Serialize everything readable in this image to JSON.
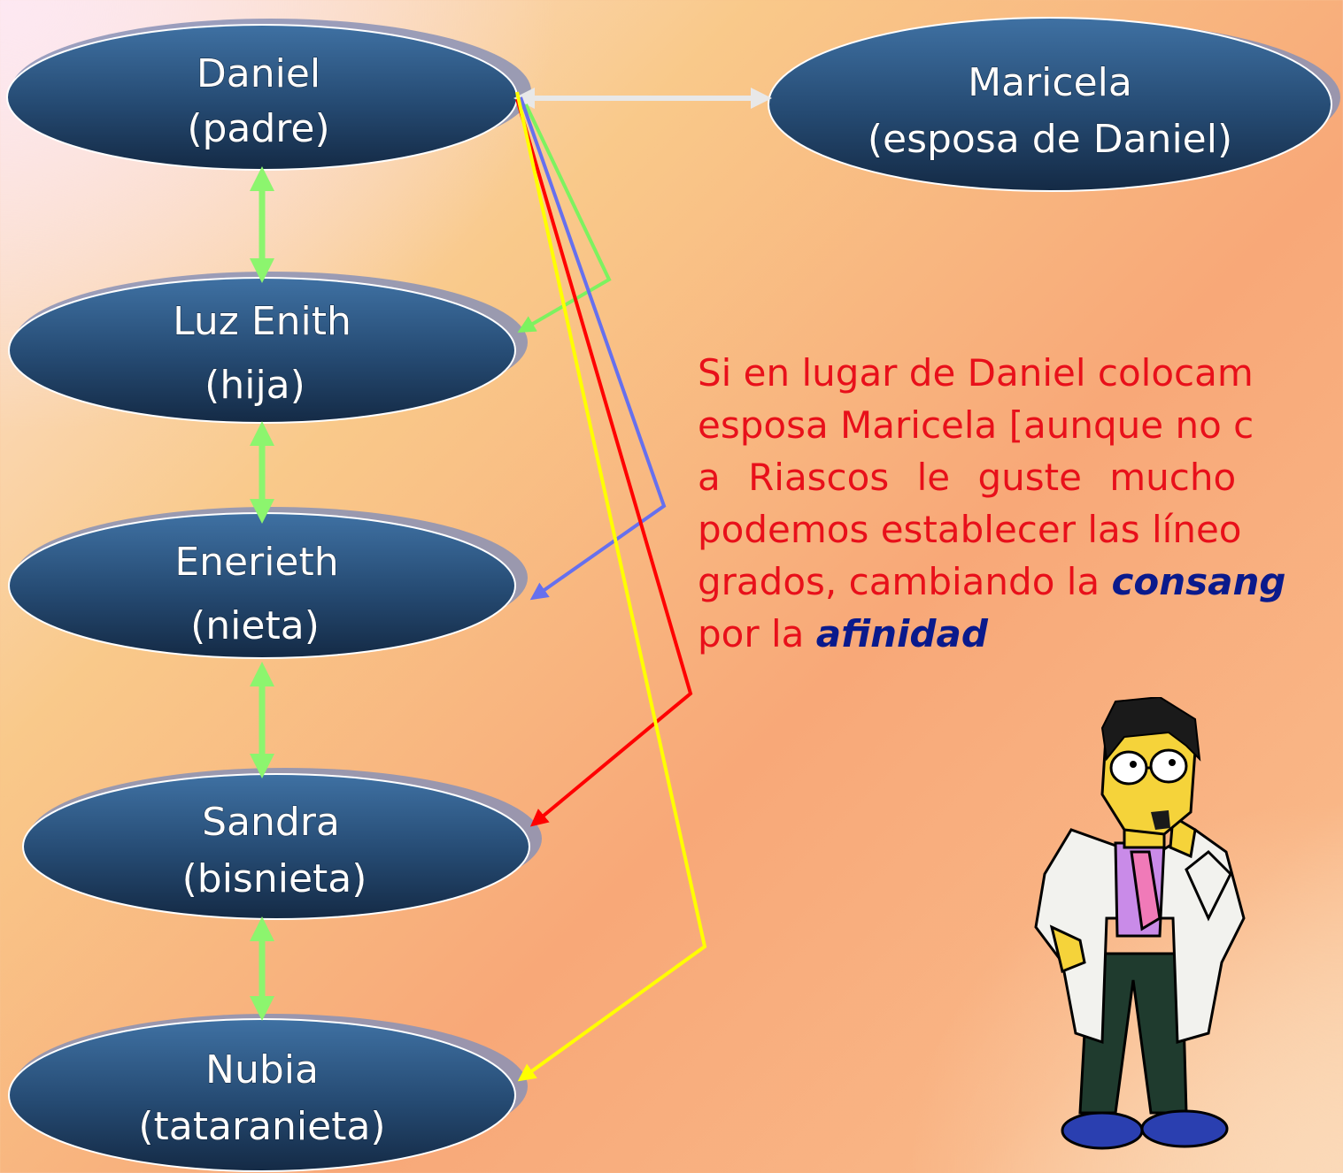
{
  "nodes": {
    "daniel": {
      "name": "Daniel",
      "role": "(padre)"
    },
    "maricela": {
      "name": "Maricela",
      "role": "(esposa de Daniel)"
    },
    "luz_enith": {
      "name": "Luz Enith",
      "role": "(hija)"
    },
    "enerieth": {
      "name": "Enerieth",
      "role": "(nieta)"
    },
    "sandra": {
      "name": "Sandra",
      "role": "(bisnieta)"
    },
    "nubia": {
      "name": "Nubia",
      "role": "(tataranieta)"
    }
  },
  "paragraph": {
    "line1": "Si en lugar de Daniel colocam",
    "line2": "esposa Maricela [aunque no c",
    "line3": "a Riascos le guste mucho",
    "line4": "podemos establecer las líneo",
    "line5_pre": "grados, cambiando la ",
    "line5_term": "consang",
    "line6_pre": "por la ",
    "line6_term": "afinidad"
  },
  "colors": {
    "node_fill_top": "#3b6a9b",
    "node_fill_bottom": "#17304f",
    "vertical_arrow": "#8cf56e",
    "spouse_arrow": "#e8e8e8",
    "arrow_green": "#7df25f",
    "arrow_blue": "#6670ee",
    "arrow_red": "#ff0000",
    "arrow_yellow": "#ffff00",
    "paragraph_text": "#e8101a",
    "emphasis_text": "#0a1a8c"
  },
  "icons": {
    "character": "thinking-doctor-character"
  }
}
